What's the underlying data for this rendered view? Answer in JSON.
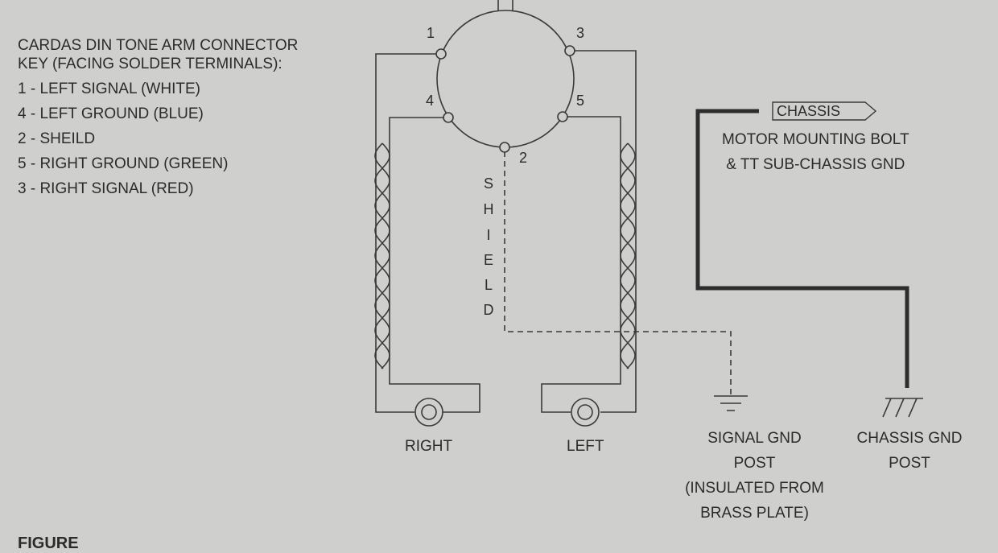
{
  "connector_key": {
    "lines": [
      "CARDAS DIN TONE ARM CONNECTOR",
      "KEY (FACING SOLDER TERMINALS):",
      "1 - LEFT SIGNAL (WHITE)",
      "4 - LEFT GROUND (BLUE)",
      "2 - SHEILD",
      "5 - RIGHT GROUND (GREEN)",
      "3 - RIGHT SIGNAL (RED)"
    ]
  },
  "pins": {
    "p1": "1",
    "p2": "2",
    "p3": "3",
    "p4": "4",
    "p5": "5"
  },
  "shield_letters": [
    "S",
    "H",
    "I",
    "E",
    "L",
    "D"
  ],
  "jacks": {
    "right": "RIGHT",
    "left": "LEFT"
  },
  "chassis_tag": "CHASSIS",
  "motor_label": [
    "MOTOR MOUNTING BOLT",
    "& TT SUB-CHASSIS GND"
  ],
  "signal_gnd_label": [
    "SIGNAL GND",
    "POST",
    "(INSULATED FROM",
    "BRASS PLATE)"
  ],
  "chassis_gnd_label": [
    "CHASSIS GND",
    "POST"
  ],
  "caption": "FIGURE"
}
